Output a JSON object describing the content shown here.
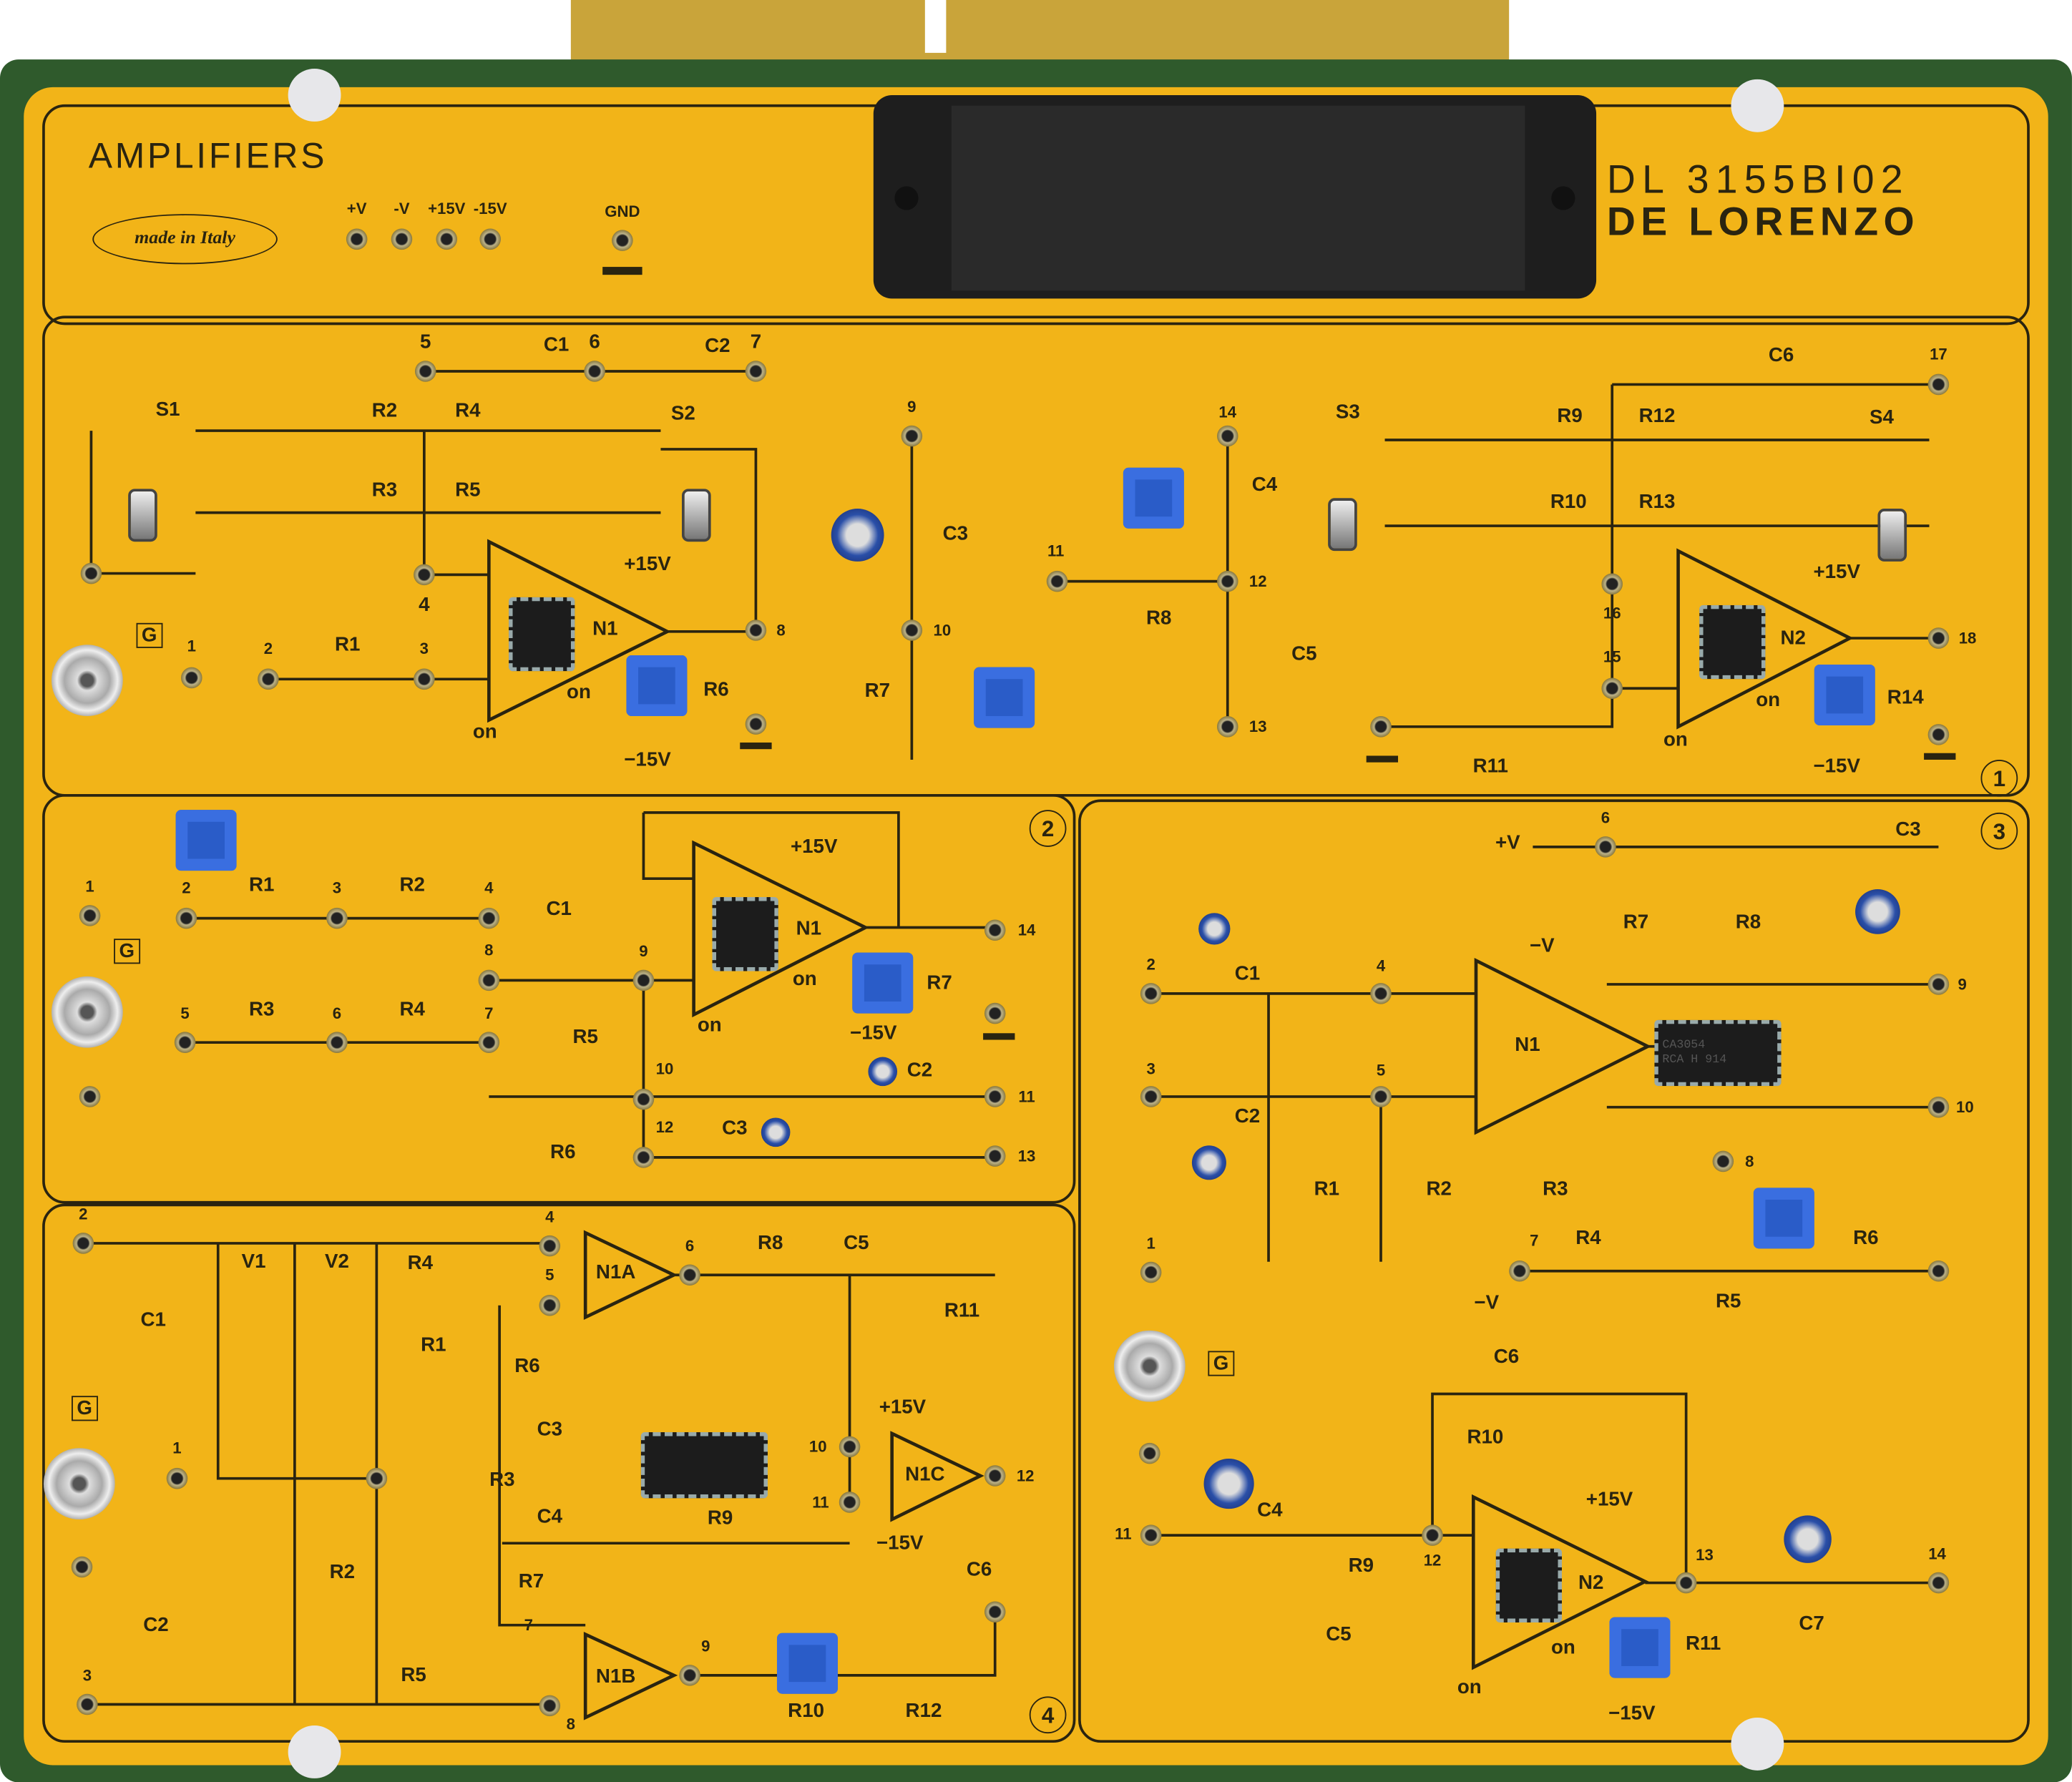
{
  "colors": {
    "panel": "#f2b418",
    "board": "#2f5a2c",
    "ink": "#2a2410",
    "pot": "#2a5cc8",
    "connector": "#1e1e1e"
  },
  "header": {
    "title": "AMPLIFIERS",
    "made_in": "made in Italy",
    "model": "DL 3155BI02",
    "brand": "DE LORENZO",
    "power_labels": [
      "+V",
      "-V",
      "+15V",
      "-15V",
      "GND"
    ]
  },
  "ic_marking": {
    "line1": "CA3054",
    "line2": "RCA H 914"
  },
  "section1": {
    "number": "1",
    "labels": [
      "5",
      "C1",
      "6",
      "C2",
      "7",
      "S1",
      "R2",
      "R4",
      "S2",
      "R3",
      "R5",
      "+15V",
      "4",
      "N1",
      "G",
      "1",
      "2",
      "R1",
      "3",
      "8",
      "on",
      "R6",
      "on",
      "−15V",
      "9",
      "C3",
      "10",
      "R7",
      "14",
      "S3",
      "R9",
      "R12",
      "C6",
      "17",
      "S4",
      "C4",
      "R10",
      "R13",
      "11",
      "12",
      "R8",
      "+15V",
      "16",
      "N2",
      "18",
      "C5",
      "15",
      "on",
      "R14",
      "13",
      "R11",
      "on",
      "−15V"
    ]
  },
  "section2": {
    "number": "2",
    "labels": [
      "1",
      "2",
      "R1",
      "3",
      "R2",
      "4",
      "G",
      "C1",
      "8",
      "9",
      "+15V",
      "N1",
      "14",
      "on",
      "R7",
      "on",
      "−15V",
      "5",
      "R3",
      "6",
      "R4",
      "7",
      "R5",
      "10",
      "C2",
      "11",
      "12",
      "C3",
      "R6",
      "13"
    ]
  },
  "section3": {
    "number": "3",
    "labels": [
      "6",
      "C3",
      "+V",
      "R7",
      "R8",
      "−V",
      "2",
      "C1",
      "4",
      "9",
      "N1",
      "3",
      "5",
      "C2",
      "10",
      "8",
      "R1",
      "R2",
      "R3",
      "7",
      "R4",
      "R6",
      "R5",
      "−V",
      "1",
      "G",
      "C6",
      "R10",
      "+15V",
      "C4",
      "11",
      "R9",
      "12",
      "13",
      "14",
      "N2",
      "C7",
      "C5",
      "on",
      "R11",
      "on",
      "−15V"
    ]
  },
  "section4": {
    "number": "4",
    "labels": [
      "2",
      "4",
      "V1",
      "V2",
      "R4",
      "N1A",
      "6",
      "R8",
      "C5",
      "5",
      "C1",
      "R1",
      "R11",
      "R6",
      "C3",
      "+15V",
      "G",
      "1",
      "10",
      "N1C",
      "12",
      "R3",
      "11",
      "C4",
      "R9",
      "−15V",
      "R2",
      "R7",
      "C6",
      "C2",
      "7",
      "9",
      "N1B",
      "3",
      "R5",
      "8",
      "R10",
      "R12"
    ]
  }
}
